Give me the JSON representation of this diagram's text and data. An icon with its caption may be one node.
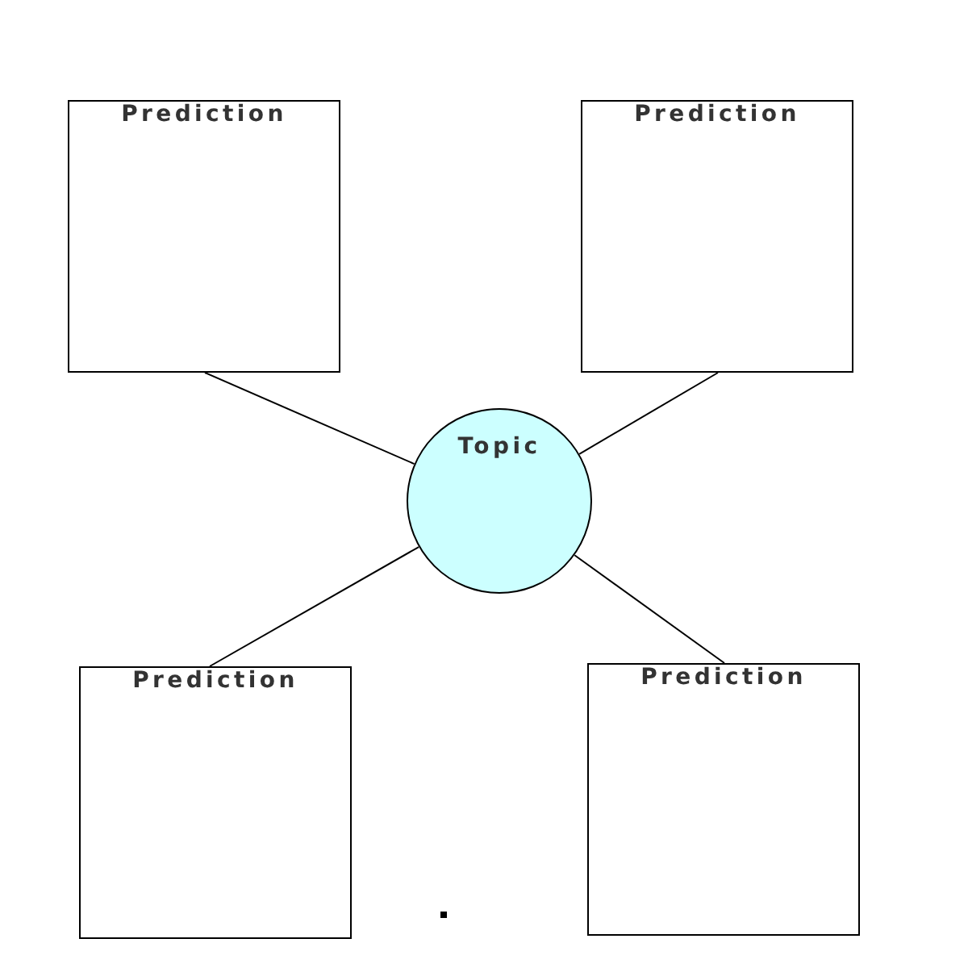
{
  "diagram": {
    "nodes": [
      {
        "text": [
          "Prediction"
        ]
      },
      {
        "text": [
          "Prediction"
        ]
      },
      {
        "text": [
          "Topic"
        ]
      },
      {
        "text": [
          "Prediction"
        ]
      },
      {
        "text": [
          "Prediction"
        ]
      }
    ],
    "edges": [
      {
        "from": 0,
        "to": 2,
        "arrow": "none"
      },
      {
        "from": 1,
        "to": 2,
        "arrow": "none"
      },
      {
        "from": 3,
        "to": 2,
        "arrow": "none"
      },
      {
        "from": 4,
        "to": 2,
        "arrow": "none"
      }
    ]
  }
}
